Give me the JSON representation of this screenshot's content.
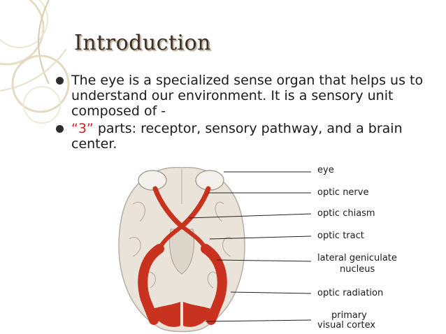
{
  "slide": {
    "title": "Introduction",
    "bullets": [
      {
        "text": "The eye is a specialized sense organ that helps us to understand our environment.  It is a sensory unit composed of -"
      },
      {
        "highlight": "“3”",
        "rest": " parts: receptor, sensory pathway, and a brain center."
      }
    ]
  },
  "figure": {
    "labels": [
      "eye",
      "optic nerve",
      "optic chiasm",
      "optic tract",
      "lateral geniculate",
      "nucleus",
      "optic radiation",
      "primary",
      "visual cortex"
    ]
  },
  "colors": {
    "title_text": "#3b2f26",
    "highlight": "#d21e1e",
    "pathway_red": "#c8321e",
    "brain_base": "#e9e3da"
  }
}
